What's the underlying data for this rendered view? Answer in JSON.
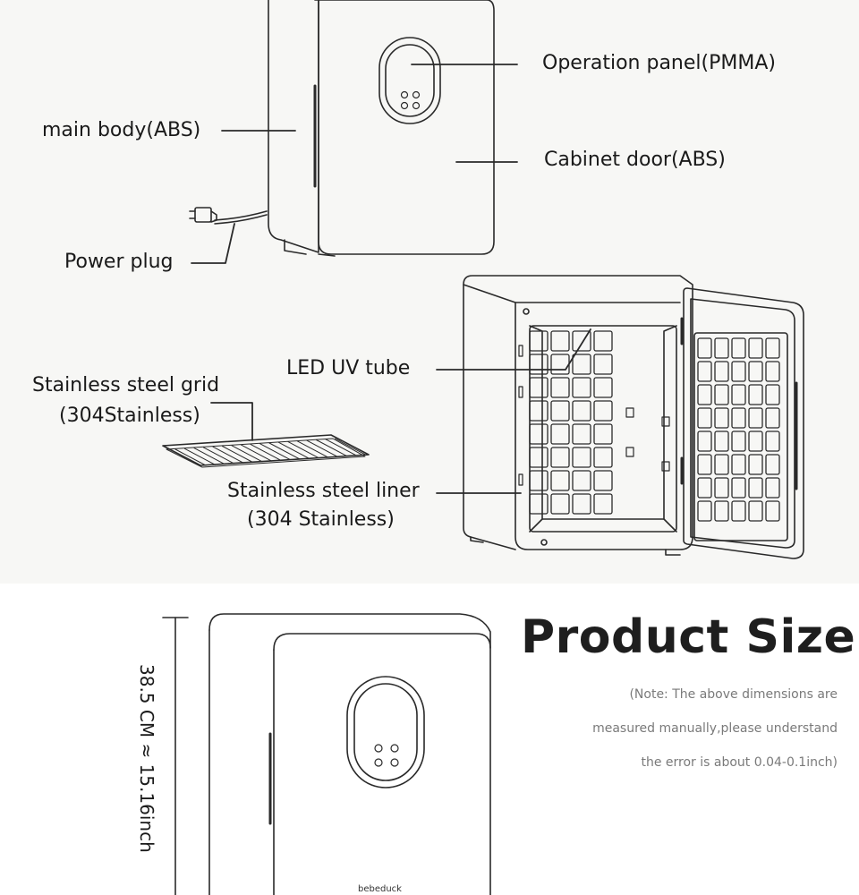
{
  "labels": {
    "operation_panel": "Operation panel(PMMA)",
    "main_body": "main body(ABS)",
    "cabinet_door": "Cabinet door(ABS)",
    "power_plug": "Power plug",
    "led_uv_tube": "LED UV tube",
    "grid_line1": "Stainless steel grid",
    "grid_line2": "(304Stainless)",
    "liner_line1": "Stainless steel liner",
    "liner_line2": "(304 Stainless)"
  },
  "size_section": {
    "title": "Product Size",
    "note_line1": "(Note: The above dimensions are",
    "note_line2": "measured manually,please understand",
    "note_line3": "the error is about 0.04-0.1inch)",
    "height_dimension": "38.5 CM ≈ 15.16inch",
    "brand_text": "bebeduck"
  },
  "colors": {
    "top_background": "#f7f7f5",
    "line": "#2a2a2a",
    "text": "#1a1a1a",
    "note_text": "#7a7a7a"
  }
}
